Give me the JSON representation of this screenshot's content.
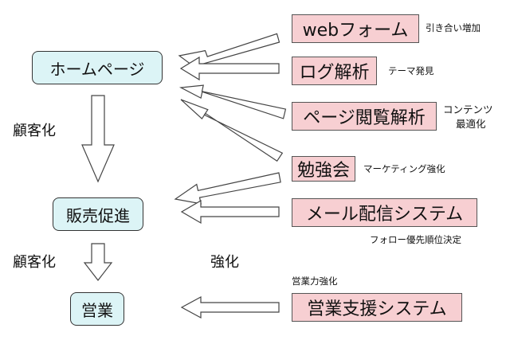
{
  "left_nodes": {
    "homepage": "ホームページ",
    "sales_promotion": "販売促進",
    "sales": "営業"
  },
  "flow_labels": {
    "customerize_1": "顧客化",
    "customerize_2": "顧客化",
    "strengthen": "強化"
  },
  "right_nodes": {
    "web_form": {
      "label": "webフォーム",
      "note": "引き合い増加"
    },
    "log_analysis": {
      "label": "ログ解析",
      "note": "テーマ発見"
    },
    "page_view_analysis": {
      "label": "ページ閲覧解析",
      "note_line1": "コンテンツ",
      "note_line2": "最適化"
    },
    "study_session": {
      "label": "勉強会",
      "note": "マーケティング強化"
    },
    "mail_system": {
      "label": "メール配信システム",
      "note": "フォロー優先順位決定"
    },
    "sales_support": {
      "label": "営業支援システム",
      "note": "営業力強化"
    }
  },
  "colors": {
    "left_box_fill": "#dcf4f6",
    "right_box_fill": "#f7cfd2",
    "arrow_fill": "#ffffff",
    "arrow_stroke": "#444444"
  }
}
